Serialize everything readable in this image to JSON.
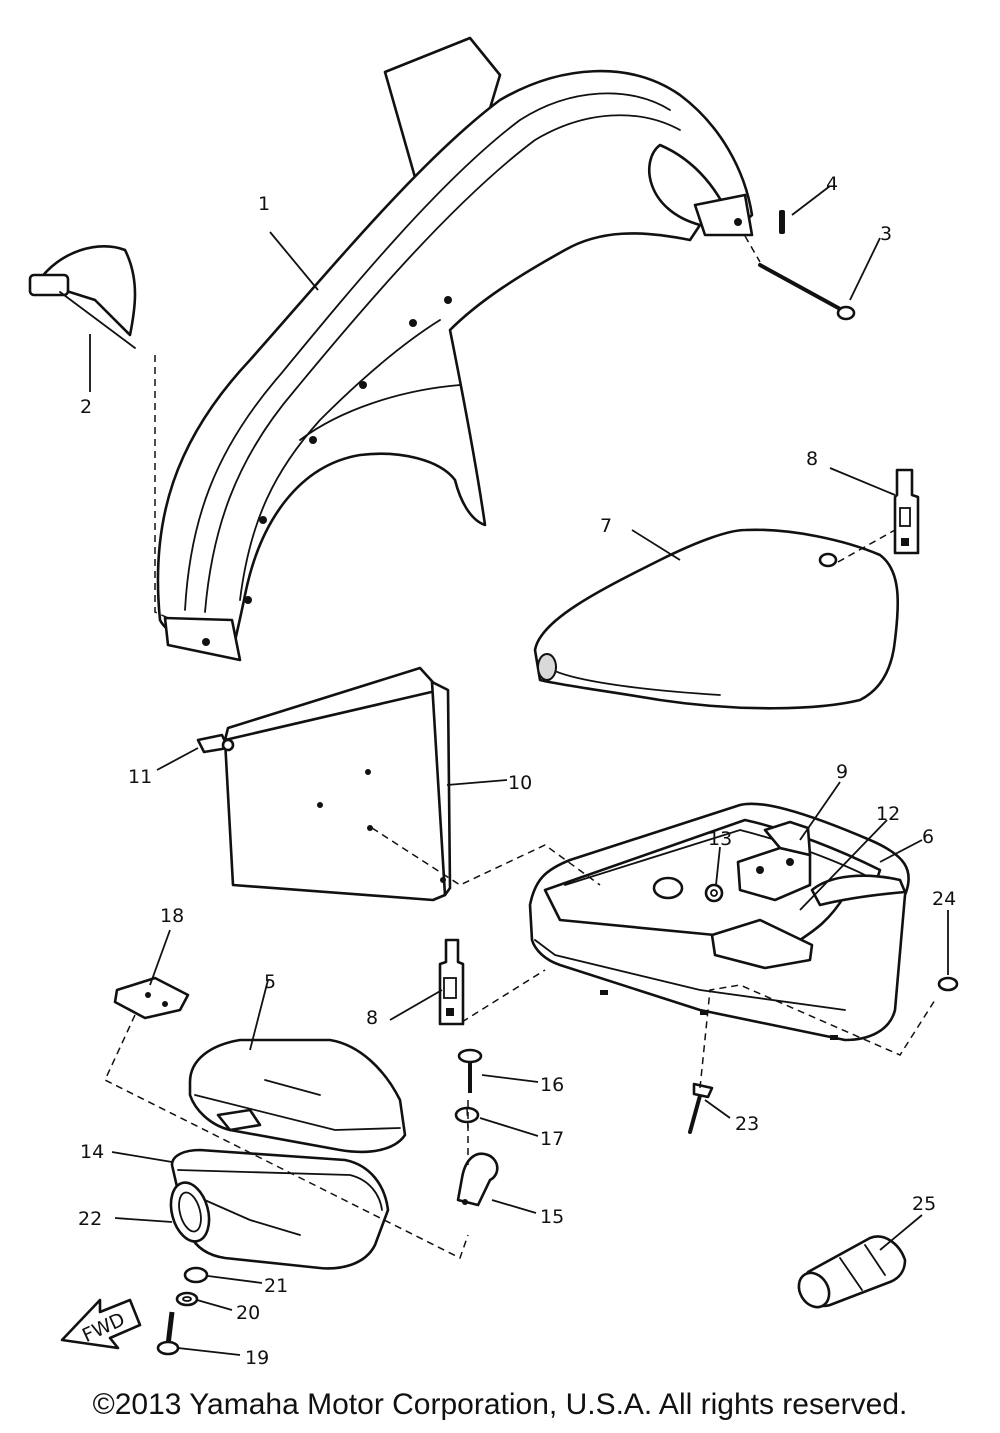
{
  "diagram": {
    "fwd_label": "FWD",
    "callouts": [
      {
        "id": "1",
        "label": "1"
      },
      {
        "id": "2",
        "label": "2"
      },
      {
        "id": "3",
        "label": "3"
      },
      {
        "id": "4",
        "label": "4"
      },
      {
        "id": "5",
        "label": "5"
      },
      {
        "id": "6",
        "label": "6"
      },
      {
        "id": "7",
        "label": "7"
      },
      {
        "id": "8a",
        "label": "8"
      },
      {
        "id": "8b",
        "label": "8"
      },
      {
        "id": "9",
        "label": "9"
      },
      {
        "id": "10",
        "label": "10"
      },
      {
        "id": "11",
        "label": "11"
      },
      {
        "id": "12",
        "label": "12"
      },
      {
        "id": "13",
        "label": "13"
      },
      {
        "id": "14",
        "label": "14"
      },
      {
        "id": "15",
        "label": "15"
      },
      {
        "id": "16",
        "label": "16"
      },
      {
        "id": "17",
        "label": "17"
      },
      {
        "id": "18",
        "label": "18"
      },
      {
        "id": "19",
        "label": "19"
      },
      {
        "id": "20",
        "label": "20"
      },
      {
        "id": "21",
        "label": "21"
      },
      {
        "id": "22",
        "label": "22"
      },
      {
        "id": "23",
        "label": "23"
      },
      {
        "id": "24",
        "label": "24"
      },
      {
        "id": "25",
        "label": "25"
      }
    ]
  },
  "footer": {
    "copyright": "©2013 Yamaha Motor Corporation, U.S.A. All rights reserved."
  }
}
